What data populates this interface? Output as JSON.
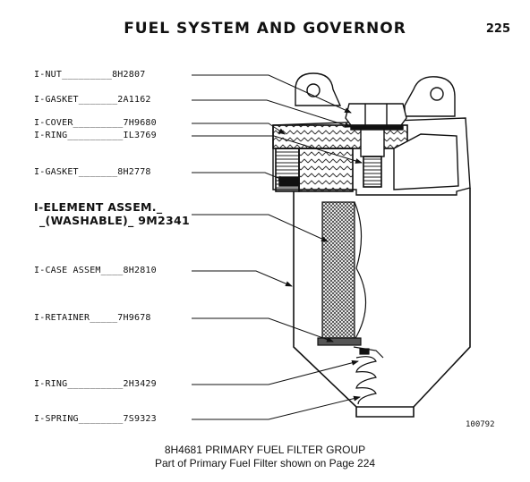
{
  "header": {
    "title": "FUEL SYSTEM AND GOVERNOR",
    "page_number": "225"
  },
  "parts": [
    {
      "label": "I-NUT_________8H2807"
    },
    {
      "label": "I-GASKET_______2A1162"
    },
    {
      "label": "I-COVER_________7H9680"
    },
    {
      "label": "I-RING__________IL3769"
    },
    {
      "label": "I-GASKET_______8H2778"
    },
    {
      "label": "I-ELEMENT ASSEM._"
    },
    {
      "label": "_(WASHABLE)_ 9M2341"
    },
    {
      "label": "I-CASE ASSEM____8H2810"
    },
    {
      "label": "I-RETAINER_____7H9678"
    },
    {
      "label": "I-RING__________2H3429"
    },
    {
      "label": "I-SPRING________7S9323"
    }
  ],
  "figure_id": "100792",
  "caption": {
    "line1": "8H4681 PRIMARY FUEL FILTER GROUP",
    "line2": "Part of Primary Fuel Filter shown on Page 224"
  }
}
